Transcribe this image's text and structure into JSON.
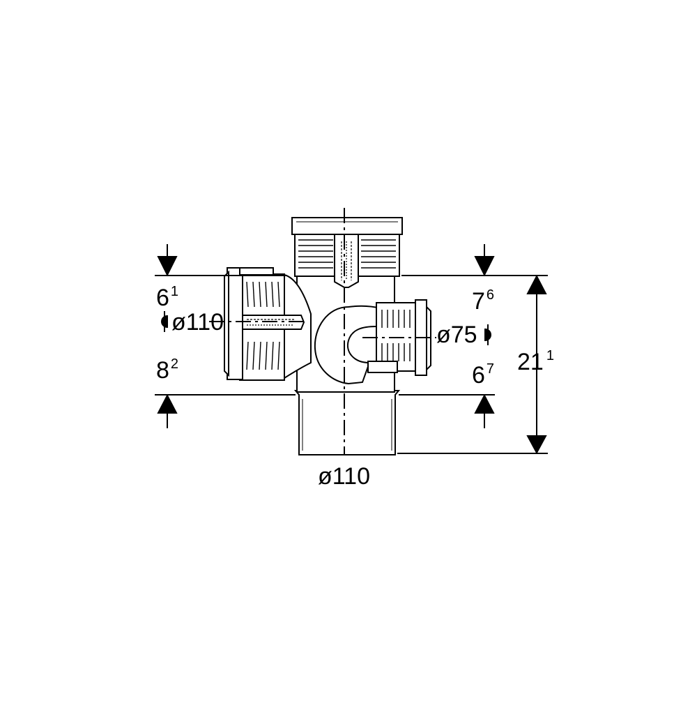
{
  "colors": {
    "line": "#000000",
    "background": "#ffffff",
    "fill": "#ffffff"
  },
  "labels": {
    "left_top": {
      "base": "6",
      "sup": "1"
    },
    "left_bottom": {
      "base": "8",
      "sup": "2"
    },
    "right_top": {
      "base": "7",
      "sup": "6"
    },
    "right_bottom": {
      "base": "6",
      "sup": "7"
    },
    "overall_height": {
      "base": "21",
      "sup": "1"
    },
    "diameter_side_left": "ø110",
    "diameter_side_right": "ø75",
    "diameter_bottom": "ø110"
  }
}
